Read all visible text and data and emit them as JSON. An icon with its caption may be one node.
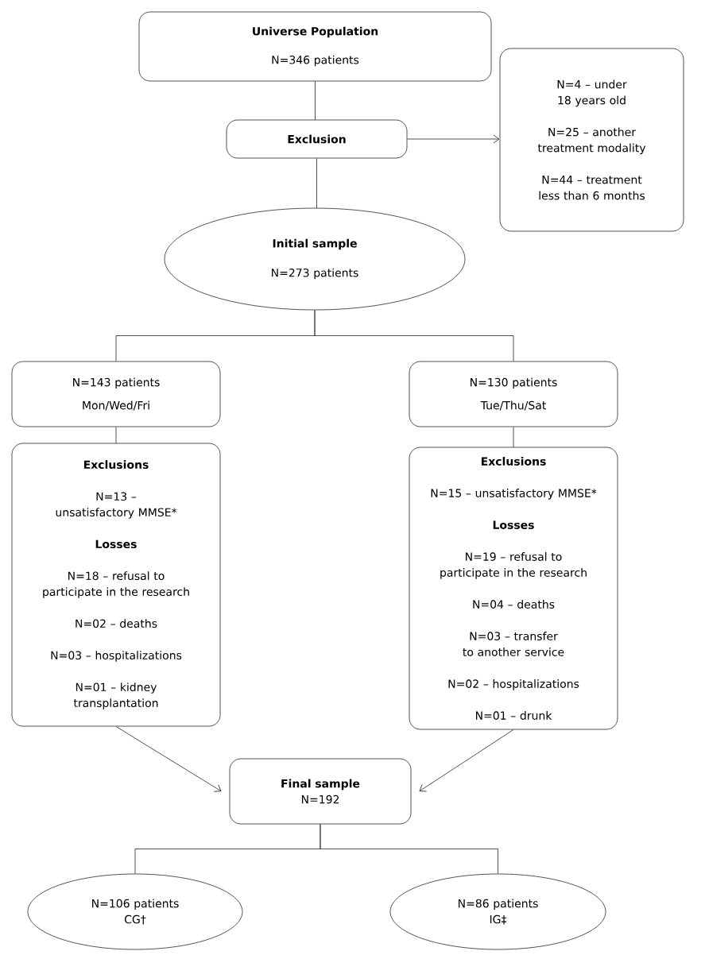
{
  "diagram": {
    "nodes": [
      {
        "text": [
          "Universe Population",
          "N=346 patients"
        ]
      },
      {
        "text": [
          "Exclusion"
        ]
      },
      {
        "text": [
          "N=4 – under 18 years old",
          "N=25 – another treatment modality",
          "N=44 – treatment less than 6 months"
        ]
      },
      {
        "text": [
          "Initial sample",
          "N=273 patients"
        ]
      },
      {
        "text": [
          "N=143 patients",
          "Mon/Wed/Fri"
        ]
      },
      {
        "text": [
          "N=130 patients",
          "Tue/Thu/Sat"
        ]
      },
      {
        "text": [
          "Exclusions",
          "N=13 – unsatisfactory MMSE*",
          "Losses",
          "N=18 – refusal to participate in the research",
          "N=02 – deaths",
          "N=03 – hospitalizations",
          "N=01 – kidney transplantation"
        ]
      },
      {
        "text": [
          "Exclusions",
          "N=15 – unsatisfactory MMSE*",
          "Losses",
          "N=19 – refusal to participate in the research",
          "N=04 – deaths",
          "N=03 – transfer to another service",
          "N=02 – hospitalizations",
          "N=01 – drunk"
        ]
      },
      {
        "text": [
          "Final sample",
          "N=192"
        ]
      },
      {
        "text": [
          "N=106 patients",
          "CG†"
        ]
      },
      {
        "text": [
          "N=86 patients",
          "IG‡"
        ]
      }
    ],
    "edges": [
      {
        "from": 0,
        "to": 1,
        "arrow": "none"
      },
      {
        "from": 1,
        "to": 2,
        "arrow": "to"
      },
      {
        "from": 1,
        "to": 3,
        "arrow": "none"
      },
      {
        "from": 3,
        "to": 4,
        "arrow": "none"
      },
      {
        "from": 3,
        "to": 5,
        "arrow": "none"
      },
      {
        "from": 4,
        "to": 6,
        "arrow": "none"
      },
      {
        "from": 5,
        "to": 7,
        "arrow": "none"
      },
      {
        "from": 6,
        "to": 8,
        "arrow": "to"
      },
      {
        "from": 7,
        "to": 8,
        "arrow": "to"
      },
      {
        "from": 8,
        "to": 9,
        "arrow": "none"
      },
      {
        "from": 8,
        "to": 10,
        "arrow": "none"
      }
    ]
  }
}
